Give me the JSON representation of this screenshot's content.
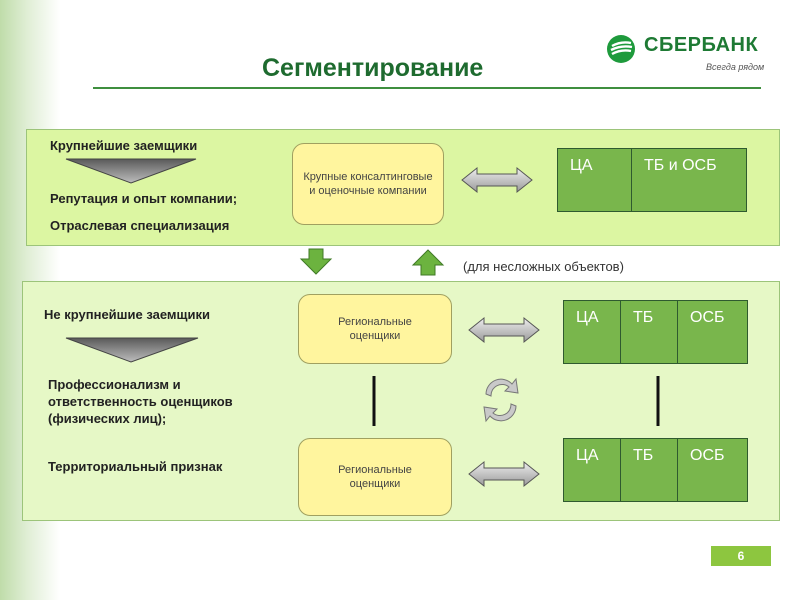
{
  "title": "Сегментирование",
  "logo": {
    "name": "СБЕРБАНК",
    "tagline": "Всегда рядом"
  },
  "top_panel": {
    "heading": "Крупнейшие заемщики",
    "criteria": [
      "Репутация и опыт компании;",
      "Отраслевая специализация"
    ],
    "box": "Крупные консалтинговые и оценочные компании",
    "table": [
      "ЦА",
      "ТБ и ОСБ"
    ]
  },
  "note": "(для несложных объектов)",
  "bottom_panel": {
    "heading": "Не крупнейшие заемщики",
    "criteria": [
      "Профессионализм и ответственность оценщиков (физических лиц);",
      "Территориальный признак"
    ],
    "box1": "Региональные оценщики",
    "box2": "Региональные оценщики",
    "table1": [
      "ЦА",
      "ТБ",
      "ОСБ"
    ],
    "table2": [
      "ЦА",
      "ТБ",
      "ОСБ"
    ]
  },
  "page_number": "6",
  "colors": {
    "accent_green": "#1e6b2f",
    "cell_green": "#79b64c",
    "box_yellow": "#fff59e"
  }
}
